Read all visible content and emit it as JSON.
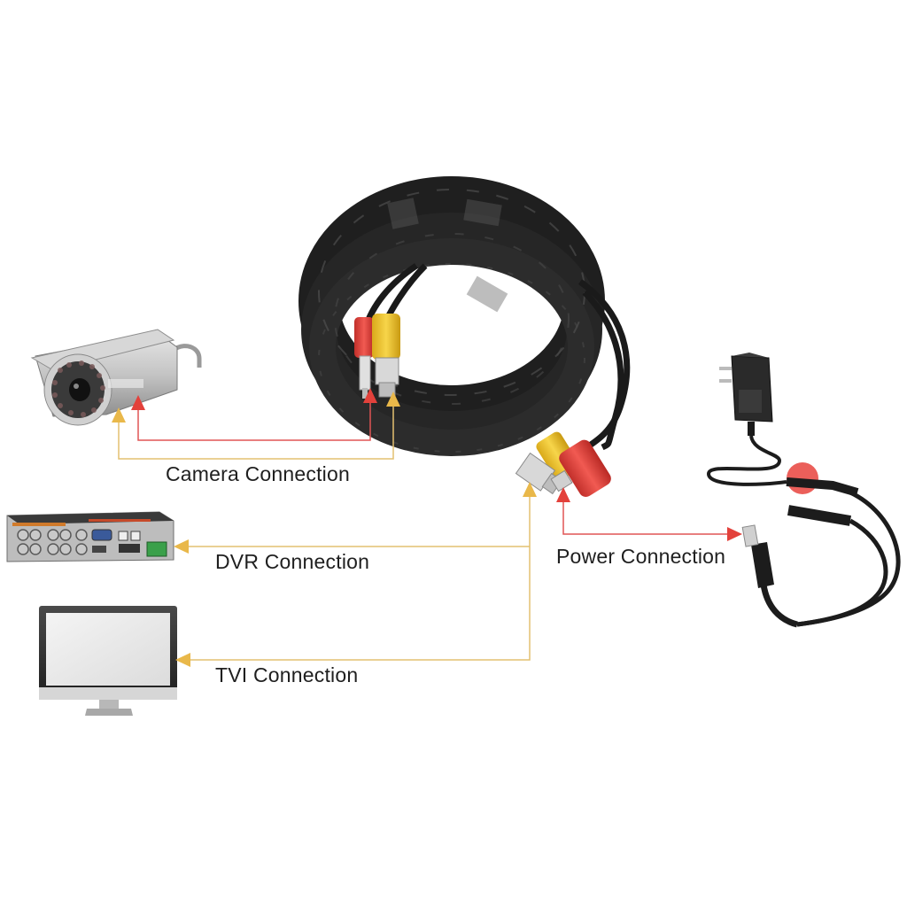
{
  "labels": {
    "camera": "Camera Connection",
    "dvr": "DVR Connection",
    "tvi": "TVI Connection",
    "power": "Power Connection"
  },
  "devices": {
    "camera": "cctv-camera-icon",
    "dvr": "dvr-recorder-icon",
    "monitor": "monitor-icon",
    "cable": "coiled-siamese-cable-icon",
    "adapter": "power-adapter-icon",
    "splitter": "dc-splitter-cable-icon"
  },
  "colors": {
    "video_line": "#e3c070",
    "power_line": "#e05555",
    "arrow_video": "#e9b84a",
    "arrow_power": "#e3413b",
    "bnc_yellow": "#f2c830",
    "rca_red": "#e8433d",
    "cable_black": "#1c1c1c"
  }
}
